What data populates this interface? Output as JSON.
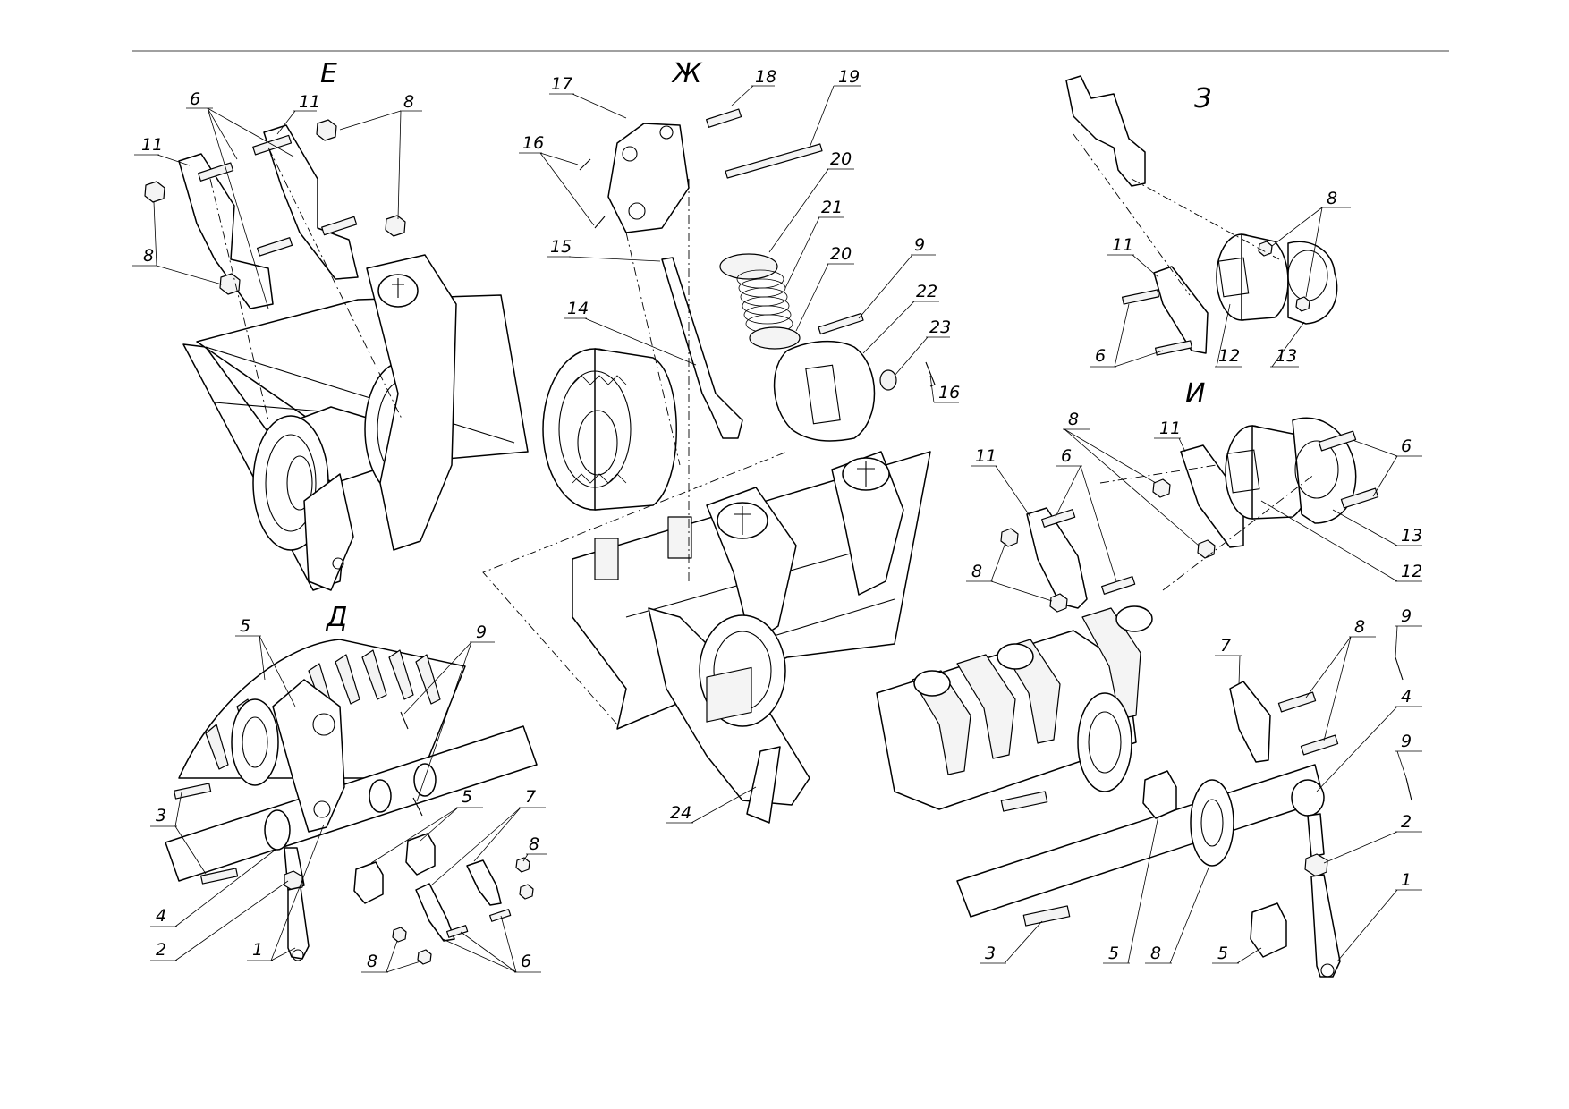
{
  "views": [
    {
      "id": "E",
      "caption": "Е"
    },
    {
      "id": "Zh",
      "caption": "Ж"
    },
    {
      "id": "Z",
      "caption": "З"
    },
    {
      "id": "D",
      "caption": "Д"
    },
    {
      "id": "I",
      "caption": "И"
    }
  ],
  "callouts": {
    "E": [
      "6",
      "11",
      "8",
      "11",
      "8"
    ],
    "Zh": [
      "17",
      "18",
      "19",
      "16",
      "20",
      "21",
      "15",
      "20",
      "9",
      "14",
      "22",
      "23",
      "16",
      "24"
    ],
    "Z": [
      "8",
      "11",
      "6",
      "12",
      "13"
    ],
    "D": [
      "5",
      "9",
      "3",
      "4",
      "2",
      "1",
      "5",
      "7",
      "8",
      "8",
      "6"
    ],
    "I": [
      "8",
      "11",
      "11",
      "6",
      "6",
      "13",
      "12",
      "8",
      "9",
      "7",
      "8",
      "4",
      "9",
      "2",
      "1",
      "3",
      "5",
      "8",
      "5"
    ]
  }
}
